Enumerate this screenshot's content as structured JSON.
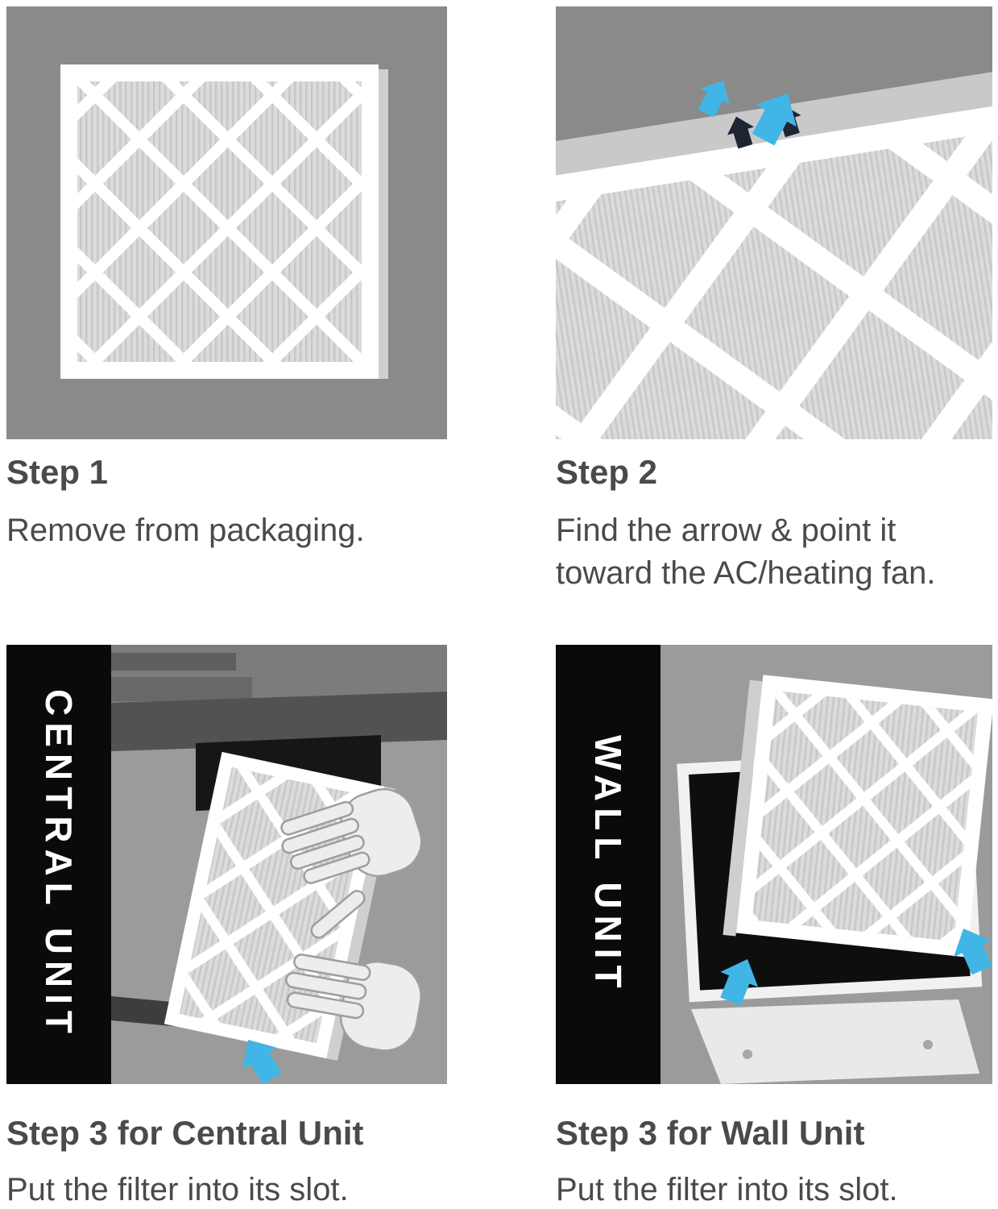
{
  "colors": {
    "panel_gray": "#8a8a8a",
    "illustration_gray": "#9b9b9b",
    "band_black": "#0a0a0a",
    "arrow_blue": "#41b6e6",
    "airflow_arrow_dark": "#1d2533",
    "text_gray": "#4a4a4a",
    "filter_frame_white": "#ffffff",
    "filter_media_gray": "#dbdbdb"
  },
  "panels": [
    {
      "id": "step-1",
      "title": "Step 1",
      "description": "Remove from packaging."
    },
    {
      "id": "step-2",
      "title": "Step 2",
      "description": "Find the arrow & point it\ntoward the AC/heating fan."
    },
    {
      "id": "step-3-central",
      "band_label": "CENTRAL UNIT",
      "title": "Step 3 for Central Unit",
      "description": "Put the filter into its slot."
    },
    {
      "id": "step-3-wall",
      "band_label": "WALL UNIT",
      "title": "Step 3 for Wall Unit",
      "description": "Put the filter into its slot."
    }
  ]
}
